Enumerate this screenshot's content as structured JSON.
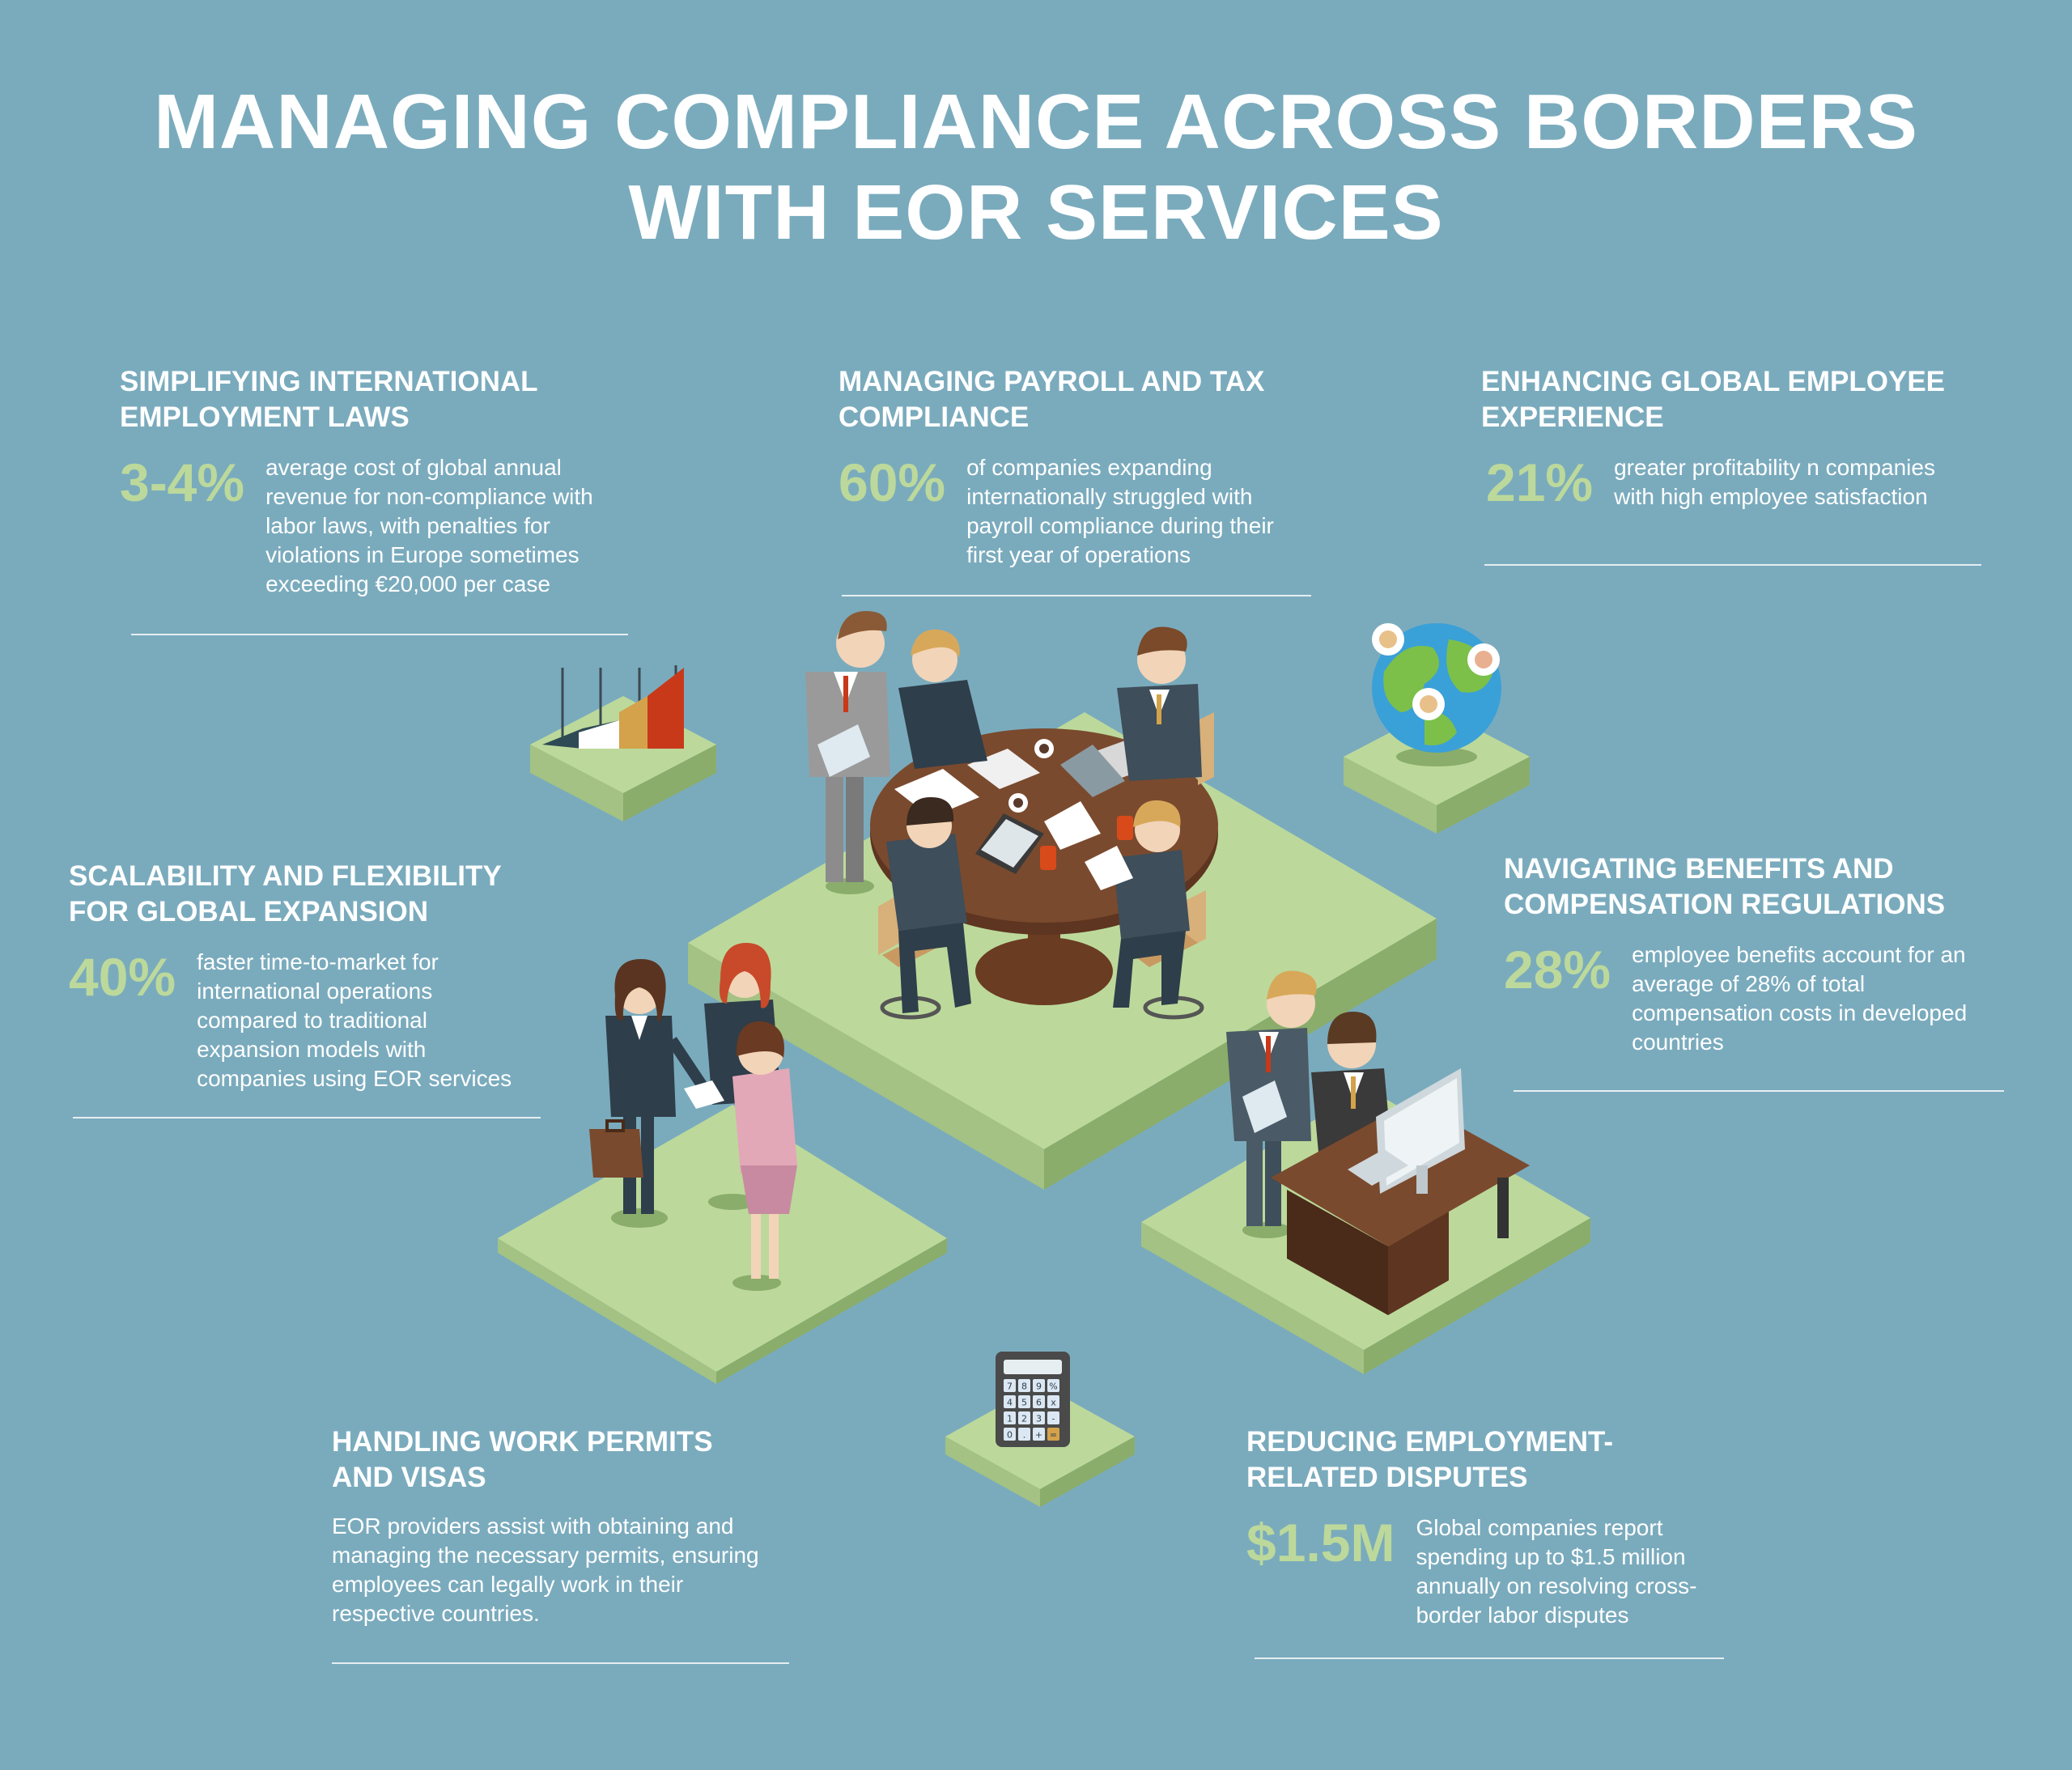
{
  "title": {
    "line1": "MANAGING COMPLIANCE ACROSS BORDERS",
    "line2": "WITH EOR SERVICES"
  },
  "sections": {
    "laws": {
      "heading": [
        "SIMPLIFYING INTERNATIONAL",
        "EMPLOYMENT LAWS"
      ],
      "stat": "3-4%",
      "desc": [
        "average cost of global annual",
        "revenue for non-compliance with",
        "labor laws, with penalties for",
        "violations in Europe sometimes",
        "exceeding €20,000 per case"
      ]
    },
    "payroll": {
      "heading": [
        "MANAGING PAYROLL AND TAX",
        "COMPLIANCE"
      ],
      "stat": "60%",
      "desc": [
        "of companies expanding",
        "internationally struggled with",
        "payroll compliance during their",
        "first year of operations"
      ]
    },
    "experience": {
      "heading": [
        "ENHANCING GLOBAL EMPLOYEE",
        "EXPERIENCE"
      ],
      "stat": "21%",
      "desc": [
        "greater profitability n companies",
        "with high employee satisfaction"
      ]
    },
    "scalability": {
      "heading": [
        "SCALABILITY AND FLEXIBILITY",
        "FOR GLOBAL EXPANSION"
      ],
      "stat": "40%",
      "desc": [
        "faster time-to-market for",
        "international operations",
        "compared to traditional",
        "expansion models with",
        "companies using EOR services"
      ]
    },
    "benefits": {
      "heading": [
        "NAVIGATING BENEFITS AND",
        "COMPENSATION REGULATIONS"
      ],
      "stat": "28%",
      "desc": [
        "employee benefits account for an",
        "average of 28% of total",
        "compensation costs in developed",
        "countries"
      ]
    },
    "permits": {
      "heading": [
        "HANDLING WORK PERMITS",
        "AND VISAS"
      ],
      "desc": [
        "EOR providers assist with obtaining and",
        "managing the necessary permits, ensuring",
        "employees can legally work in their",
        "respective countries."
      ]
    },
    "disputes": {
      "heading": [
        "REDUCING EMPLOYMENT-",
        "RELATED DISPUTES"
      ],
      "stat": "$1.5M",
      "desc": [
        "Global companies report",
        "spending up to $1.5 million",
        "annually on resolving cross-",
        "border labor disputes"
      ]
    }
  },
  "calculator_keys": [
    "7",
    "8",
    "9",
    "%",
    "4",
    "5",
    "6",
    "x",
    "1",
    "2",
    "3",
    "-",
    "0",
    ".",
    "+",
    "="
  ],
  "colors": {
    "background": "#7aabbd",
    "stat_green": "#bcd99b",
    "platform_top": "#bcd99b",
    "platform_side": "#a3c283",
    "platform_dark": "#8aad6b",
    "suit_dark": "#2e3e4a",
    "table_brown": "#7a4a2e"
  }
}
